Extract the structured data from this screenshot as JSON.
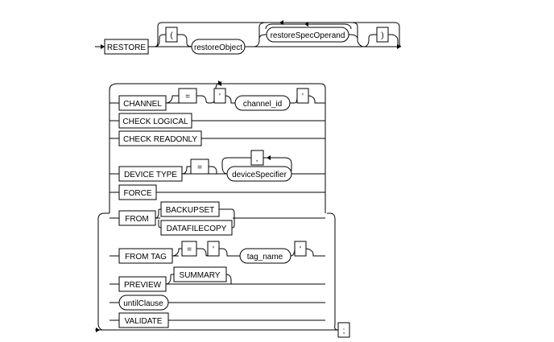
{
  "diagram": {
    "keywords": {
      "restore": "RESTORE",
      "channel": "CHANNEL",
      "check_logical": "CHECK LOGICAL",
      "check_readonly": "CHECK READONLY",
      "device_type": "DEVICE TYPE",
      "force": "FORCE",
      "from": "FROM",
      "backupset": "BACKUPSET",
      "datafilecopy": "DATAFILECOPY",
      "from_tag": "FROM TAG",
      "preview": "PREVIEW",
      "summary": "SUMMARY",
      "validate": "VALIDATE"
    },
    "nonterminals": {
      "restore_object": "restoreObject",
      "restore_spec_operand": "restoreSpecOperand",
      "channel_id": "channel_id",
      "device_specifier": "deviceSpecifier",
      "tag_name": "tag_name",
      "until_clause": "untilClause"
    },
    "symbols": {
      "open_paren": "(",
      "close_paren": ")",
      "equals": "=",
      "quote": "'",
      "comma": ",",
      "semicolon": ";"
    }
  }
}
